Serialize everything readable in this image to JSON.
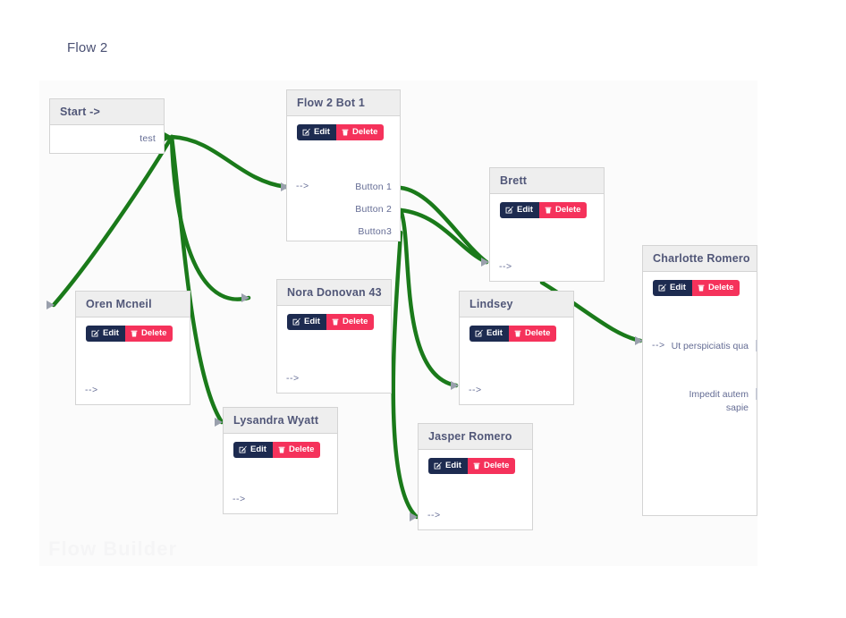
{
  "header": {
    "flow_title": "Flow 2"
  },
  "canvas": {
    "background": "#fbfbfb",
    "edge_color": "#1a7a1a",
    "watermark": "Flow Builder"
  },
  "buttons": {
    "edit_label": "Edit",
    "delete_label": "Delete",
    "edit_icon": "edit-square-icon",
    "delete_icon": "trash-icon",
    "edit_color": "#1d2b50",
    "delete_color": "#f5325b"
  },
  "nodes": [
    {
      "id": "start",
      "title": "Start ->",
      "has_actions": false,
      "inputs": [],
      "outputs": [
        "test"
      ]
    },
    {
      "id": "flow2bot1",
      "title": "Flow 2 Bot 1",
      "has_actions": true,
      "inputs": [
        "-->"
      ],
      "outputs": [
        "Button 1",
        "Button 2",
        "Button3"
      ]
    },
    {
      "id": "brett",
      "title": "Brett",
      "has_actions": true,
      "inputs": [
        "-->"
      ],
      "outputs": []
    },
    {
      "id": "charlotte",
      "title": "Charlotte Romero",
      "has_actions": true,
      "inputs": [
        "-->"
      ],
      "outputs": [
        "Ut perspiciatis qua",
        "Impedit autem sapie"
      ]
    },
    {
      "id": "oren",
      "title": "Oren Mcneil",
      "has_actions": true,
      "inputs": [
        "-->"
      ],
      "outputs": []
    },
    {
      "id": "nora",
      "title": "Nora Donovan 43",
      "has_actions": true,
      "inputs": [
        "-->"
      ],
      "outputs": []
    },
    {
      "id": "lindsey",
      "title": "Lindsey",
      "has_actions": true,
      "inputs": [
        "-->"
      ],
      "outputs": []
    },
    {
      "id": "lysandra",
      "title": "Lysandra Wyatt",
      "has_actions": true,
      "inputs": [
        "-->"
      ],
      "outputs": []
    },
    {
      "id": "jasper",
      "title": "Jasper Romero",
      "has_actions": true,
      "inputs": [
        "-->"
      ],
      "outputs": []
    }
  ],
  "edges": [
    {
      "from": "start.test",
      "to": "flow2bot1.in"
    },
    {
      "from": "start.test",
      "to": "oren.in"
    },
    {
      "from": "start.test",
      "to": "nora.in"
    },
    {
      "from": "start.test",
      "to": "lysandra.in"
    },
    {
      "from": "flow2bot1.Button 1",
      "to": "brett.in"
    },
    {
      "from": "flow2bot1.Button 2",
      "to": "lindsey.in"
    },
    {
      "from": "flow2bot1.Button3",
      "to": "jasper.in"
    },
    {
      "from": "brett.out",
      "to": "charlotte.in"
    }
  ]
}
